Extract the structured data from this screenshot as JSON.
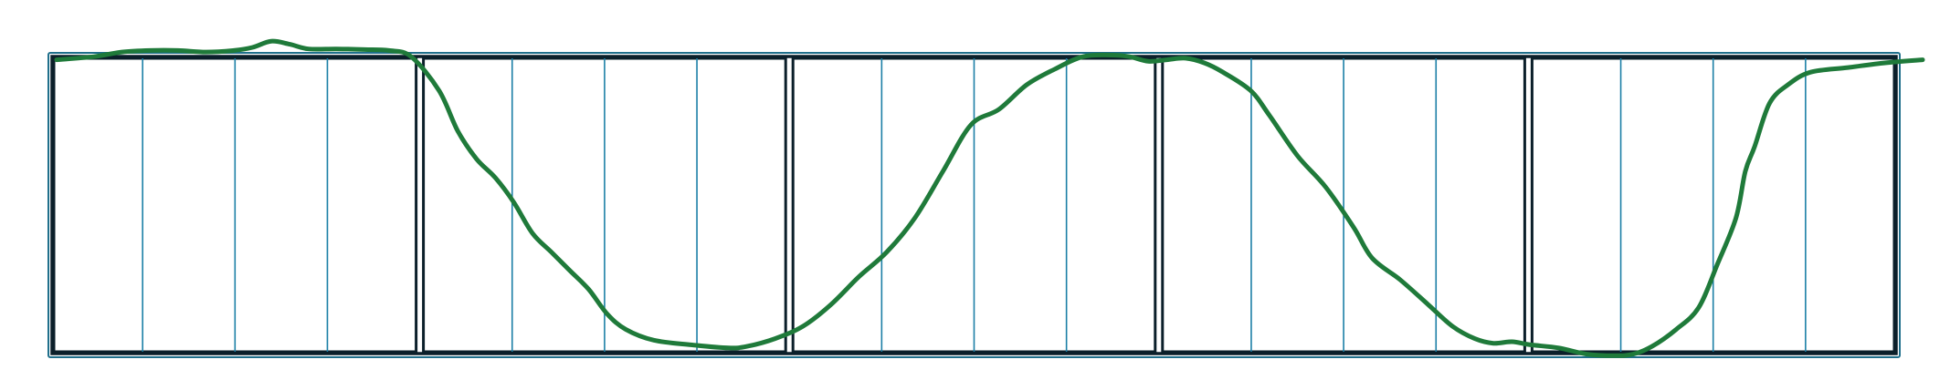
{
  "grid": {
    "sections": 5,
    "subdivisions_per_section": 4,
    "frame_color": "#0b1f2a",
    "frame_highlight_color": "#1f6f8b",
    "subdivision_color": "#1b7fa6"
  },
  "trace": {
    "color": "#1f7a3a",
    "description_type": "freehand-curve",
    "level": [
      [
        0.0,
        0.96
      ],
      [
        0.02,
        0.97
      ],
      [
        0.035,
        0.985
      ],
      [
        0.05,
        0.99
      ],
      [
        0.065,
        0.99
      ],
      [
        0.08,
        0.985
      ],
      [
        0.095,
        0.99
      ],
      [
        0.105,
        1.0
      ],
      [
        0.115,
        1.02
      ],
      [
        0.125,
        1.01
      ],
      [
        0.135,
        0.995
      ],
      [
        0.15,
        0.995
      ],
      [
        0.165,
        0.993
      ],
      [
        0.178,
        0.99
      ],
      [
        0.19,
        0.97
      ],
      [
        0.205,
        0.86
      ],
      [
        0.215,
        0.73
      ],
      [
        0.225,
        0.64
      ],
      [
        0.235,
        0.58
      ],
      [
        0.245,
        0.5
      ],
      [
        0.255,
        0.4
      ],
      [
        0.265,
        0.34
      ],
      [
        0.275,
        0.28
      ],
      [
        0.285,
        0.22
      ],
      [
        0.295,
        0.14
      ],
      [
        0.305,
        0.09
      ],
      [
        0.32,
        0.055
      ],
      [
        0.34,
        0.04
      ],
      [
        0.36,
        0.03
      ],
      [
        0.37,
        0.035
      ],
      [
        0.385,
        0.06
      ],
      [
        0.4,
        0.1
      ],
      [
        0.415,
        0.17
      ],
      [
        0.43,
        0.26
      ],
      [
        0.445,
        0.34
      ],
      [
        0.46,
        0.45
      ],
      [
        0.475,
        0.6
      ],
      [
        0.49,
        0.75
      ],
      [
        0.505,
        0.8
      ],
      [
        0.52,
        0.88
      ],
      [
        0.535,
        0.93
      ],
      [
        0.55,
        0.97
      ],
      [
        0.565,
        0.975
      ],
      [
        0.575,
        0.97
      ],
      [
        0.585,
        0.955
      ],
      [
        0.595,
        0.96
      ],
      [
        0.605,
        0.965
      ],
      [
        0.615,
        0.95
      ],
      [
        0.625,
        0.92
      ],
      [
        0.64,
        0.86
      ],
      [
        0.65,
        0.78
      ],
      [
        0.665,
        0.65
      ],
      [
        0.68,
        0.55
      ],
      [
        0.695,
        0.42
      ],
      [
        0.705,
        0.32
      ],
      [
        0.72,
        0.25
      ],
      [
        0.735,
        0.17
      ],
      [
        0.748,
        0.1
      ],
      [
        0.76,
        0.06
      ],
      [
        0.77,
        0.045
      ],
      [
        0.78,
        0.05
      ],
      [
        0.79,
        0.04
      ],
      [
        0.805,
        0.03
      ],
      [
        0.82,
        0.01
      ],
      [
        0.835,
        0.005
      ],
      [
        0.845,
        0.01
      ],
      [
        0.855,
        0.035
      ],
      [
        0.868,
        0.09
      ],
      [
        0.88,
        0.16
      ],
      [
        0.89,
        0.3
      ],
      [
        0.9,
        0.45
      ],
      [
        0.905,
        0.6
      ],
      [
        0.91,
        0.68
      ],
      [
        0.918,
        0.82
      ],
      [
        0.928,
        0.88
      ],
      [
        0.94,
        0.92
      ],
      [
        0.96,
        0.935
      ],
      [
        0.98,
        0.95
      ],
      [
        1.0,
        0.96
      ]
    ]
  }
}
